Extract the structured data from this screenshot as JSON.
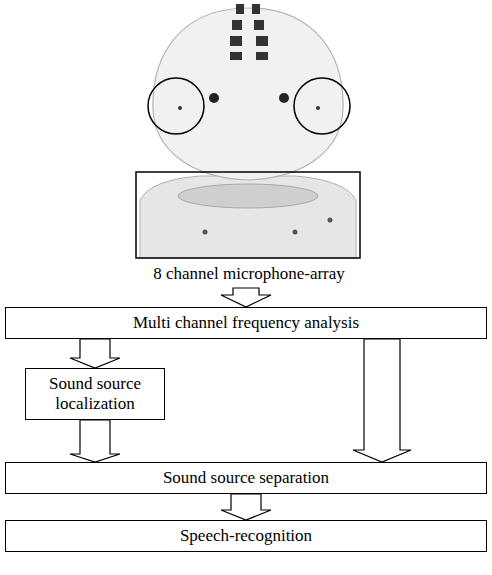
{
  "diagram": {
    "nodes": [
      {
        "text": [
          "Multi channel frequency analysis"
        ]
      },
      {
        "text": [
          "Sound source localization"
        ]
      },
      {
        "text": [
          "Sound source separation"
        ]
      },
      {
        "text": [
          "Speech-recognition"
        ]
      }
    ],
    "edges": [
      {
        "from": 0,
        "to": 1,
        "arrow": "to"
      },
      {
        "from": 0,
        "to": 2,
        "arrow": "to"
      },
      {
        "from": 1,
        "to": 2,
        "arrow": "to"
      },
      {
        "from": 2,
        "to": 3,
        "arrow": "to"
      }
    ],
    "labels": [
      "8 channel microphone-array"
    ]
  }
}
